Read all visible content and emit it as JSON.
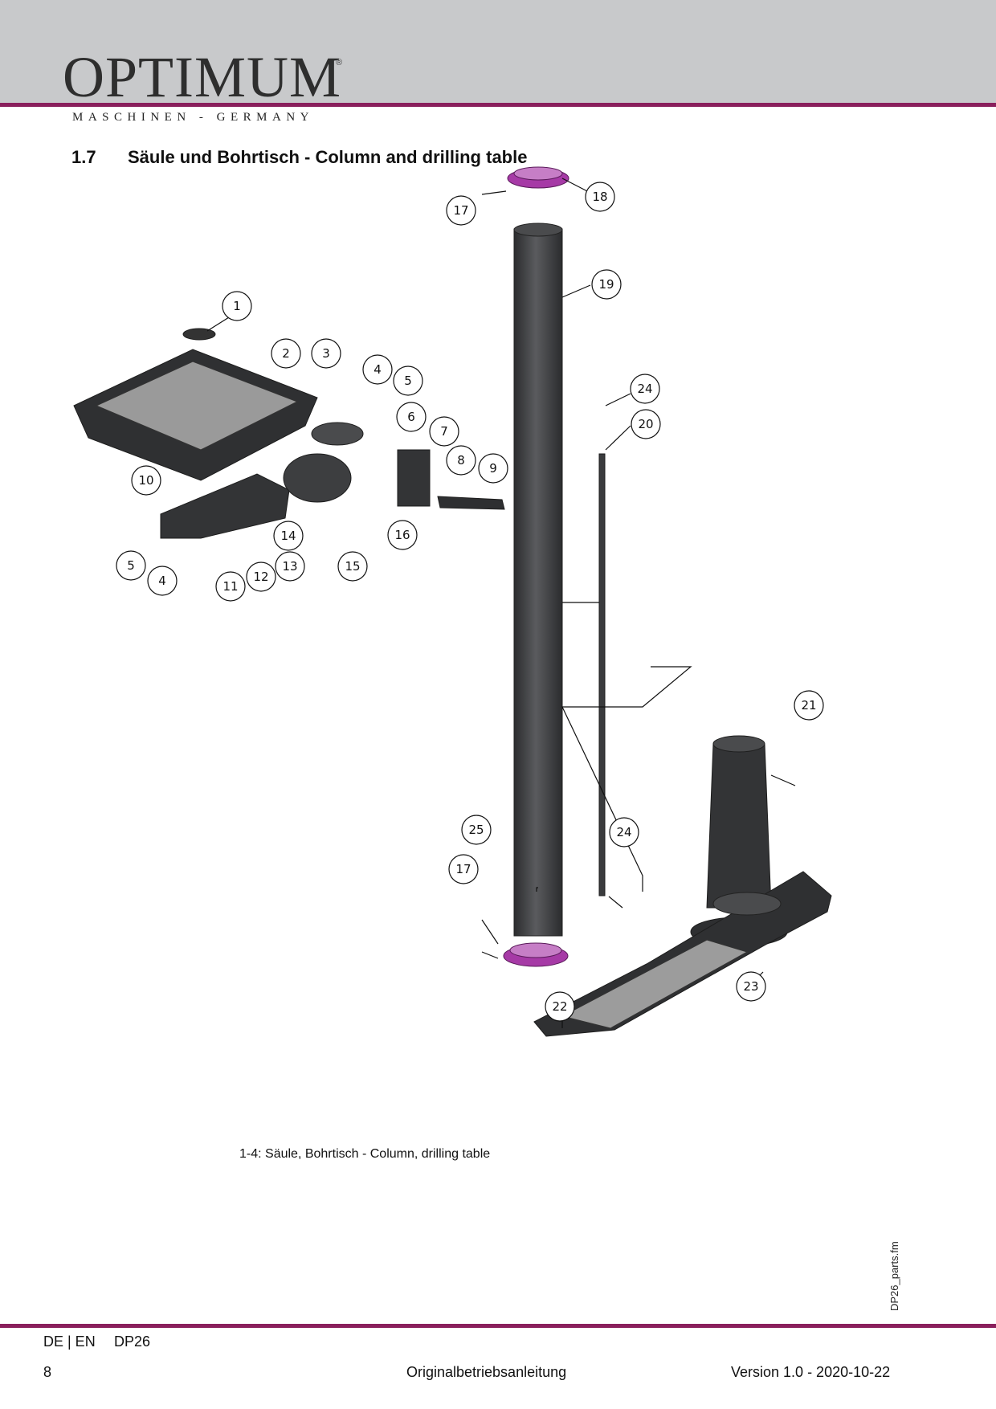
{
  "header": {
    "brand": "OPTIMUM",
    "registered_mark": "®",
    "tagline": "MASCHINEN - GERMANY"
  },
  "section": {
    "number": "1.7",
    "title": "Säule und Bohrtisch - Column and drilling table"
  },
  "figure": {
    "caption": "1-4:   Säule, Bohrtisch - Column, drilling table",
    "callouts": [
      "1",
      "2",
      "3",
      "4",
      "5",
      "6",
      "7",
      "8",
      "9",
      "10",
      "4",
      "5",
      "11",
      "12",
      "13",
      "14",
      "15",
      "16",
      "17",
      "18",
      "19",
      "24",
      "20",
      "21",
      "25",
      "17",
      "24",
      "22",
      "23"
    ],
    "accent_color": "#a63aa6",
    "part_color": "#3a3b3d"
  },
  "side_label": "DP26_parts.fm",
  "footer": {
    "lang": "DE | EN",
    "model": "DP26",
    "page": "8",
    "manual": "Originalbetriebsanleitung",
    "version": "Version 1.0 - 2020-10-22"
  },
  "colors": {
    "header_band": "#c8c9cb",
    "rule": "#8a1f5c"
  }
}
